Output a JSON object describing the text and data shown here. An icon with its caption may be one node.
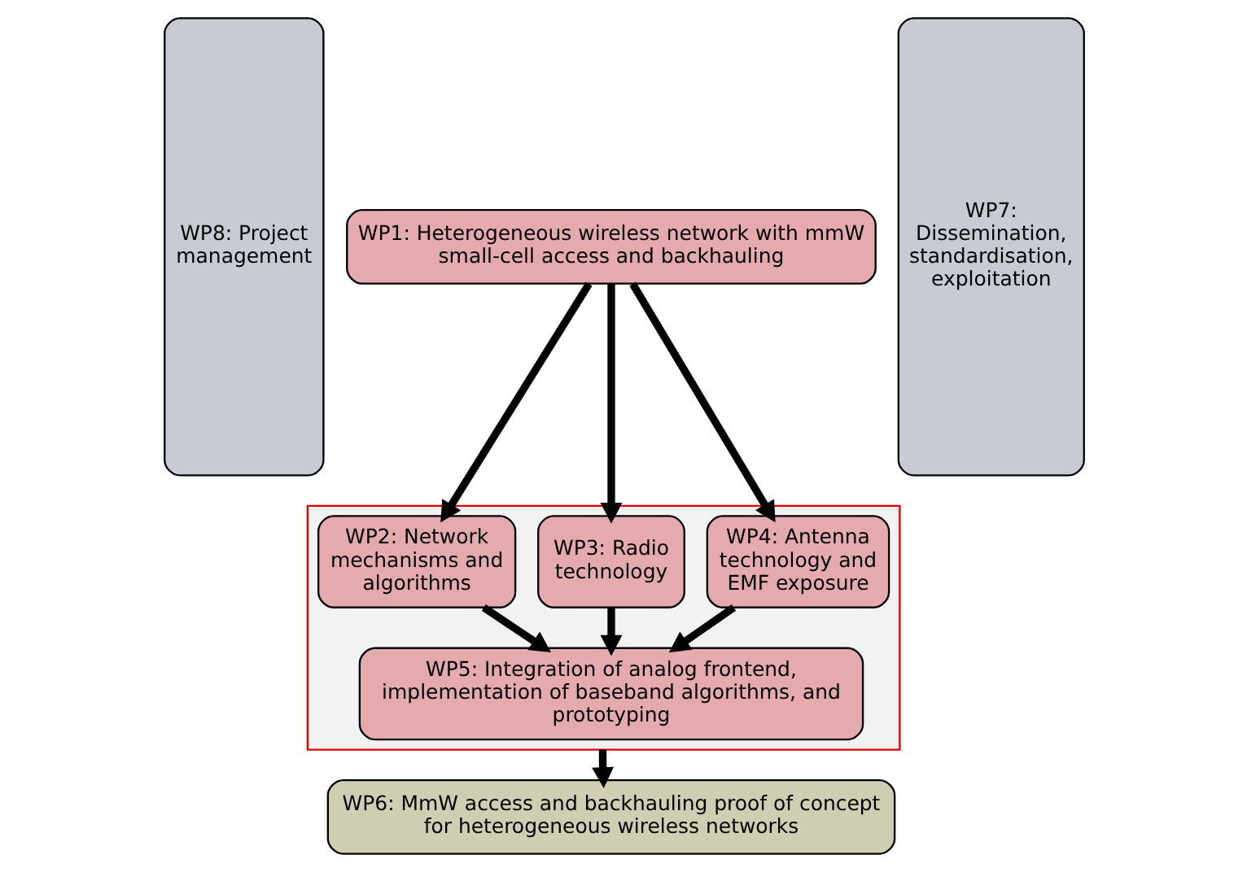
{
  "diagram": {
    "nodes": [
      {
        "text": [
          "WP8: Project management"
        ]
      },
      {
        "text": [
          "WP1: Heterogeneous wireless network with mmW small-cell access and backhauling"
        ]
      },
      {
        "text": [
          "WP7: Dissemination, standardisation, exploitation"
        ]
      },
      {
        "text": [],
        "shape": "box"
      },
      {
        "text": [
          "WP2: Network mechanisms and algorithms"
        ],
        "in": 3
      },
      {
        "text": [
          "WP3: Radio technology"
        ],
        "in": 3
      },
      {
        "text": [
          "WP4: Antenna technology and EMF exposure"
        ],
        "in": 3
      },
      {
        "text": [
          "WP5: Integration of analog frontend, implementation of baseband algorithms, and prototyping"
        ],
        "in": 3
      },
      {
        "text": [
          "WP6: MmW access and backhauling proof of concept for heterogeneous wireless networks"
        ]
      }
    ],
    "edges": [
      {
        "from": 1,
        "to": 4,
        "arrow": "to"
      },
      {
        "from": 1,
        "to": 5,
        "arrow": "to"
      },
      {
        "from": 1,
        "to": 6,
        "arrow": "to"
      },
      {
        "from": 4,
        "to": 7,
        "arrow": "to"
      },
      {
        "from": 5,
        "to": 7,
        "arrow": "to"
      },
      {
        "from": 6,
        "to": 7,
        "arrow": "to"
      },
      {
        "from": 3,
        "to": 8,
        "arrow": "to"
      }
    ]
  }
}
